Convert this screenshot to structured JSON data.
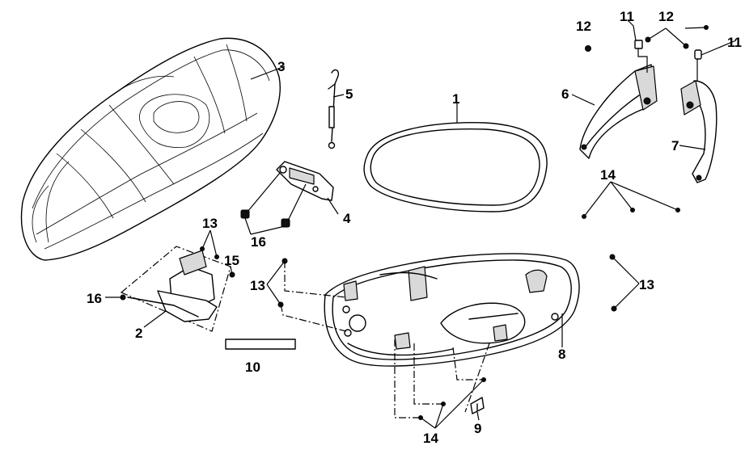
{
  "callouts": {
    "c1": "1",
    "c2": "2",
    "c3": "3",
    "c4": "4",
    "c5": "5",
    "c6": "6",
    "c7": "7",
    "c8": "8",
    "c9": "9",
    "c10": "10",
    "c11a": "11",
    "c11b": "11",
    "c12a": "12",
    "c12b": "12",
    "c13a": "13",
    "c13b": "13",
    "c13c": "13",
    "c14a": "14",
    "c14b": "14",
    "c15": "15",
    "c16a": "16",
    "c16b": "16"
  }
}
